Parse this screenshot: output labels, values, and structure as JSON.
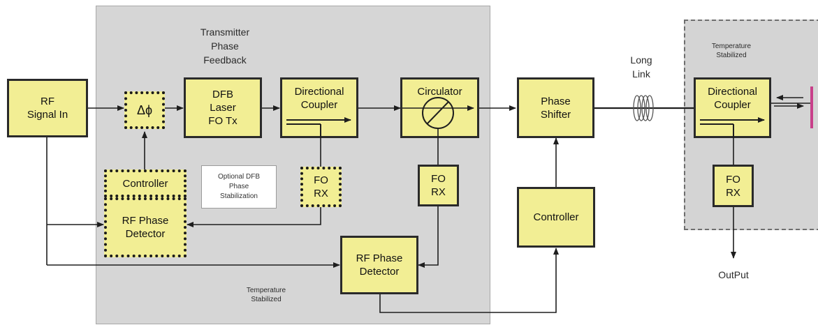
{
  "regions": {
    "transmitter_label": [
      "Temperature",
      "Stabilized"
    ],
    "remote_label": [
      "Temperature",
      "Stabilized"
    ]
  },
  "headings": {
    "transmitter_phase_feedback": [
      "Transmitter",
      "Phase",
      "Feedback"
    ],
    "long_link": [
      "Long",
      "Link"
    ],
    "output": "OutPut"
  },
  "note": [
    "Optional DFB",
    "Phase",
    "Stabilization"
  ],
  "blocks": {
    "rf_signal_in": [
      "RF",
      "Signal In"
    ],
    "delta_phi": "Δϕ",
    "dfb_laser": [
      "DFB",
      "Laser",
      "FO Tx"
    ],
    "directional_coupler_tx": [
      "Directional",
      "Coupler"
    ],
    "circulator": "Circulator",
    "phase_shifter": [
      "Phase",
      "Shifter"
    ],
    "directional_coupler_remote": [
      "Directional",
      "Coupler"
    ],
    "controller_tx": "Controller",
    "rf_phase_detector_tx": [
      "RF Phase",
      "Detector"
    ],
    "fo_rx_optional": [
      "FO",
      "RX"
    ],
    "fo_rx_circulator": [
      "FO",
      "RX"
    ],
    "rf_phase_detector_main": [
      "RF Phase",
      "Detector"
    ],
    "controller_main": "Controller",
    "fo_rx_remote": [
      "FO",
      "RX"
    ]
  },
  "colors": {
    "block_fill": "#f2ee94",
    "region_fill": "#d6d6d6",
    "line": "#1e1e1e",
    "reflector": "#c8408a"
  }
}
